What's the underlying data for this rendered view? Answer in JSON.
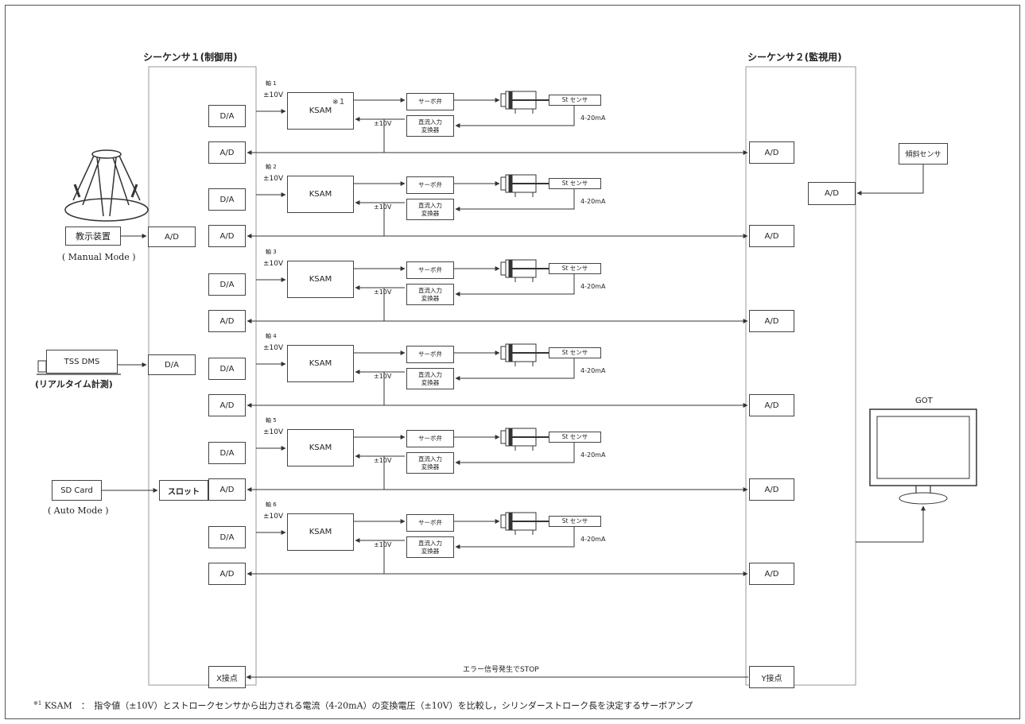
{
  "seq1_title": "シーケンサ１(制御用)",
  "seq2_title": "シーケンサ２(監視用)",
  "da": "D/A",
  "ad": "A/D",
  "ksam": "KSAM",
  "note_mark": "※１",
  "servo": "サーボ弁",
  "conv_line1": "直流入力",
  "conv_line2": "変換器",
  "st_sensor": "St センサ",
  "ma": "4-20mA",
  "v10": "±10V",
  "axes": [
    "軸 1",
    "軸 2",
    "軸 3",
    "軸 4",
    "軸 5",
    "軸 6"
  ],
  "tilt_sensor": "傾斜センサ",
  "teach_device": "教示装置",
  "manual_mode": "( Manual Mode )",
  "tss": "TSS DMS",
  "realtime": "(リアルタイム計測)",
  "sd_card": "SD Card",
  "auto_mode": "( Auto Mode )",
  "slot": "スロット",
  "got": "GOT",
  "x_contact": "X接点",
  "y_contact": "Y接点",
  "error_stop": "エラー信号発生でSTOP",
  "footnote_mark": "※1",
  "footnote": "KSAM　：　指令値（±10V）とストロークセンサから出力される電流（4-20mA）の変換電圧（±10V）を比較し，シリンダーストローク長を決定するサーボアンプ"
}
